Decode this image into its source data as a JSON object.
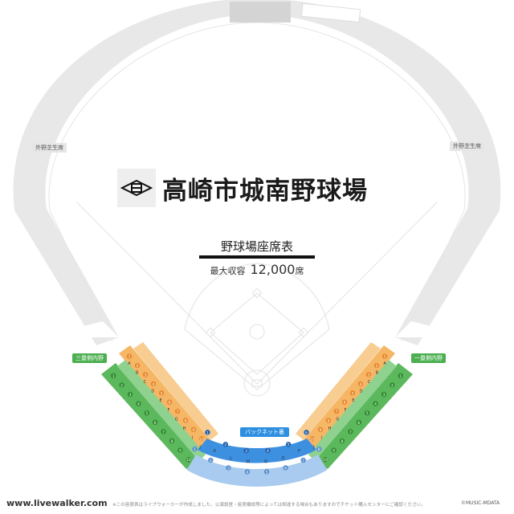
{
  "venue": {
    "name": "高崎市城南野球場",
    "subtitle": "野球場座席表",
    "capacity_label": "最大収容",
    "capacity_value": "12,000",
    "capacity_unit": "席"
  },
  "areas": {
    "left_lawn": "外野芝生席",
    "right_lawn": "外野芝生席",
    "third_base_infield": "三塁側内野",
    "first_base_infield": "一塁側内野",
    "backnet": "バックネット裏"
  },
  "section_letters_left": [
    "A",
    "B",
    "C",
    "D",
    "E",
    "F",
    "G",
    "H",
    "I",
    "J"
  ],
  "section_letters_right": [
    "A",
    "B",
    "C",
    "D",
    "E",
    "F",
    "G",
    "H",
    "I",
    "J"
  ],
  "section_letters_center": [
    "K",
    "L",
    "M",
    "N",
    "O",
    "P"
  ],
  "block_numbers": [
    "1",
    "2",
    "3",
    "4",
    "5",
    "6",
    "7",
    "8",
    "9",
    "10",
    "11",
    "12"
  ],
  "footer": {
    "site": "www.livewalker.com",
    "note": "※この座席表はライブウォーカーが作成しました。公演設営・座席構成等によっては相違する場合もありますのでチケット購入センターにご確認ください。",
    "copyright": "©MUSIC-MDATA"
  },
  "colors": {
    "lawn": "#e8e8e8",
    "infield_green": "#5cb85c",
    "infield_orange": "#f5b766",
    "backnet_blue": "#3d8fe0",
    "backnet_light_blue": "#a8cbef",
    "field_line": "#e0e0e0"
  }
}
